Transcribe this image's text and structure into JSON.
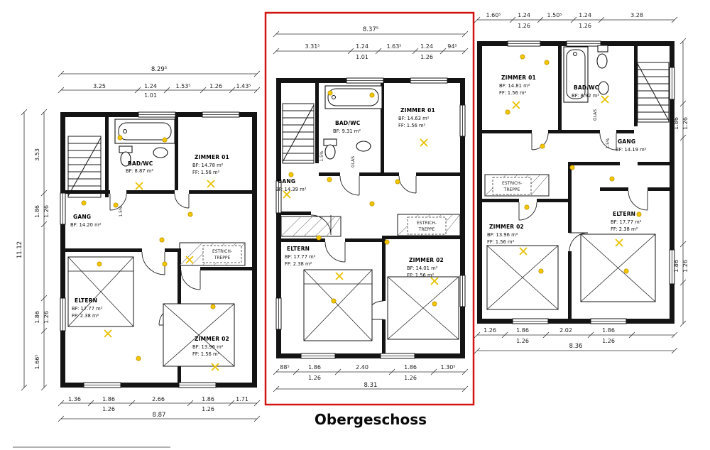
{
  "title": "Obergeschoss",
  "labels": {
    "estrich1": "ESTRICH-",
    "estrich2": "TREPPE",
    "glas": "GLAS",
    "slope": "1.5%"
  },
  "units": {
    "left": {
      "rooms": {
        "bad": {
          "name": "BAD/WC",
          "bf": "BF: 8.87 m²"
        },
        "z1": {
          "name": "ZIMMER 01",
          "bf": "BF: 14.78 m²",
          "ff": "FF: 1.56 m²"
        },
        "gang": {
          "name": "GANG",
          "bf": "BF: 14.20 m²"
        },
        "eltern": {
          "name": "ELTERN",
          "bf": "BF: 17.77 m²",
          "ff": "FF: 2.38 m²"
        },
        "z2": {
          "name": "ZIMMER 02",
          "bf": "BF: 13.96 m²",
          "ff": "FF: 1.56 m²"
        }
      },
      "dims": {
        "top_total": "8.29⁵",
        "t1": "3.25",
        "t2a": "1.24",
        "t2b": "1.01",
        "t3": "1.53⁵",
        "t4": "1.26",
        "t5": "1.43⁵",
        "l_total": "11.12",
        "l1": "3.53",
        "l2a": "1.86",
        "l2b": "1.26",
        "l3a": "1.86",
        "l3b": "1.26",
        "l4": "1.66⁵",
        "b1": "1.36",
        "b2a": "1.86",
        "b2b": "1.26",
        "b3": "2.66",
        "b4a": "1.86",
        "b4b": "1.26",
        "b5": "1.71",
        "bottom_total": "8.87"
      }
    },
    "middle": {
      "rooms": {
        "bad": {
          "name": "BAD/WC",
          "bf": "BF: 9.31 m²"
        },
        "z1": {
          "name": "ZIMMER 01",
          "bf": "BF: 14.63 m²",
          "ff": "FF: 1.56 m²"
        },
        "gang": {
          "name": "GANG",
          "bf": "BF: 14.39 m²"
        },
        "eltern": {
          "name": "ELTERN",
          "bf": "BF: 17.77 m²",
          "ff": "FF: 2.38 m²"
        },
        "z2": {
          "name": "ZIMMER 02",
          "bf": "BF: 14.01 m²",
          "ff": "FF: 1.56 m²"
        }
      },
      "dims": {
        "top_total": "8.37⁵",
        "t1": "3.31⁵",
        "t2a": "1.24",
        "t2b": "1.01",
        "t3": "1.63⁵",
        "t4a": "1.24",
        "t4b": "1.26",
        "t5": "94⁵",
        "b1": "88⁵",
        "b2a": "1.86",
        "b2b": "1.26",
        "b3": "2.40",
        "b4a": "1.86",
        "b4b": "1.26",
        "b5": "1.30⁵",
        "bottom_total": "8.31"
      }
    },
    "right": {
      "rooms": {
        "z1": {
          "name": "ZIMMER 01",
          "bf": "BF: 14.81 m²",
          "ff": "FF: 1.56 m²"
        },
        "bad": {
          "name": "BAD/WC",
          "bf": "BF: 8.92 m²"
        },
        "gang": {
          "name": "GANG",
          "bf": "BF: 14.19 m²"
        },
        "z2": {
          "name": "ZIMMER 02",
          "bf": "BF: 13.96 m²",
          "ff": "FF: 1.56 m²"
        },
        "eltern": {
          "name": "ELTERN",
          "bf": "BF: 17.77 m²",
          "ff": "FF: 2.38 m²"
        }
      },
      "dims": {
        "t1": "1.60⁵",
        "t2a": "1.24",
        "t2b": "1.26",
        "t3": "1.50⁵",
        "t4a": "1.24",
        "t4b": "1.26",
        "t5": "3.28",
        "r1a": "1.86",
        "r1b": "1.26",
        "r2a": "1.86",
        "r2b": "1.26",
        "b1": "1.26",
        "b2a": "1.86",
        "b2b": "1.26",
        "b3": "2.02",
        "b4a": "1.86",
        "b4b": "1.26",
        "bottom_total": "8.36"
      }
    }
  }
}
